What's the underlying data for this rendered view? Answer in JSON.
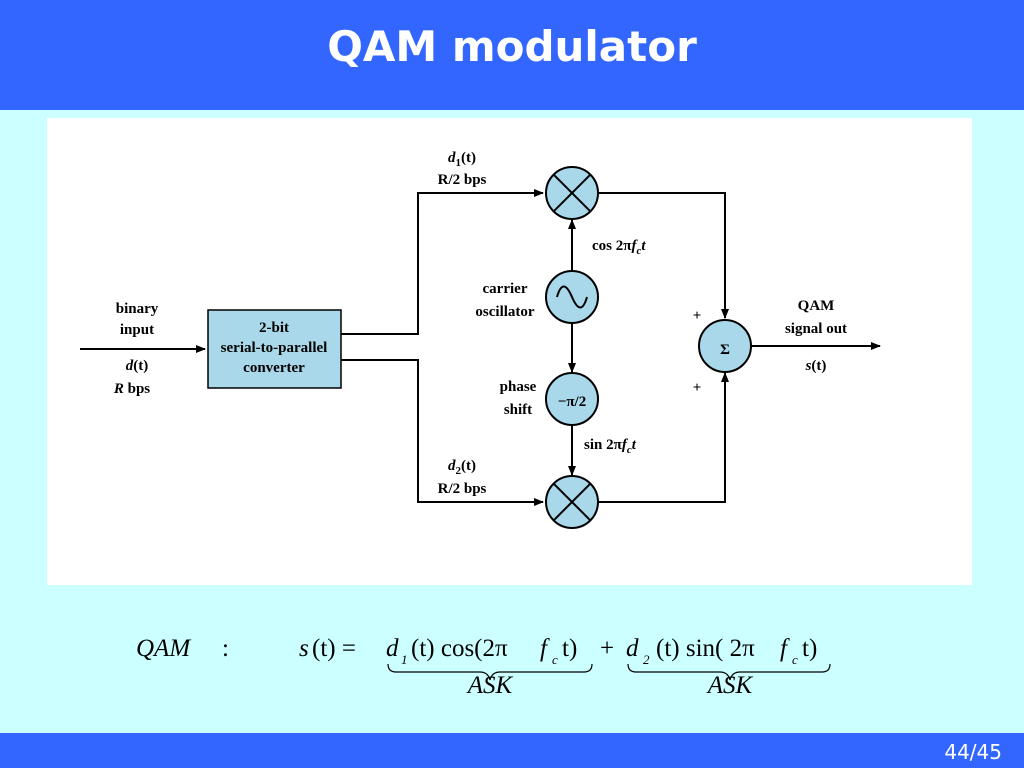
{
  "title": "QAM modulator",
  "page_number": "44/45",
  "colors": {
    "title_bar": "#3366ff",
    "background": "#ccffff",
    "block_fill": "#a8d8ea",
    "arrow": "#000000"
  },
  "diagram": {
    "input": {
      "line1": "binary",
      "line2": "input",
      "signal": "d",
      "signal_arg": "(t)",
      "rate_var": "R",
      "rate_unit": " bps"
    },
    "converter": {
      "line1": "2-bit",
      "line2": "serial-to-parallel",
      "line3": "converter"
    },
    "upper_branch": {
      "signal": "d",
      "sub": "1",
      "arg": "(t)",
      "rate": "R/2 bps"
    },
    "lower_branch": {
      "signal": "d",
      "sub": "2",
      "arg": "(t)",
      "rate": "R/2 bps"
    },
    "oscillator": {
      "line1": "carrier",
      "line2": "oscillator"
    },
    "phase_shift": {
      "line1": "phase",
      "line2": "shift",
      "value": "−π/2"
    },
    "cos_label": {
      "prefix": "cos 2π",
      "f": "f",
      "sub": "c",
      "t": "t"
    },
    "sin_label": {
      "prefix": "sin 2π",
      "f": "f",
      "sub": "c",
      "t": "t"
    },
    "summer": {
      "symbol": "Σ",
      "plus_top": "+",
      "plus_bottom": "+"
    },
    "output": {
      "line1": "QAM",
      "line2": "signal out",
      "signal": "s",
      "arg": "(t)"
    },
    "icons": [
      "multiplier-icon",
      "sine-wave-icon",
      "summation-icon"
    ]
  },
  "equation": {
    "lhs": "QAM",
    "colon": ":",
    "s": "s",
    "t1": "(t) =",
    "d1": "d",
    "d1_sub": "1",
    "d1_arg": "(t) cos(2π",
    "f1": "f",
    "f1_sub": "c",
    "close1": "t)",
    "plus": "+",
    "d2": "d",
    "d2_sub": "2",
    "d2_arg": "(t) sin( 2π",
    "f2": "f",
    "f2_sub": "c",
    "close2": "t)",
    "ask1": "ASK",
    "ask2": "ASK"
  }
}
